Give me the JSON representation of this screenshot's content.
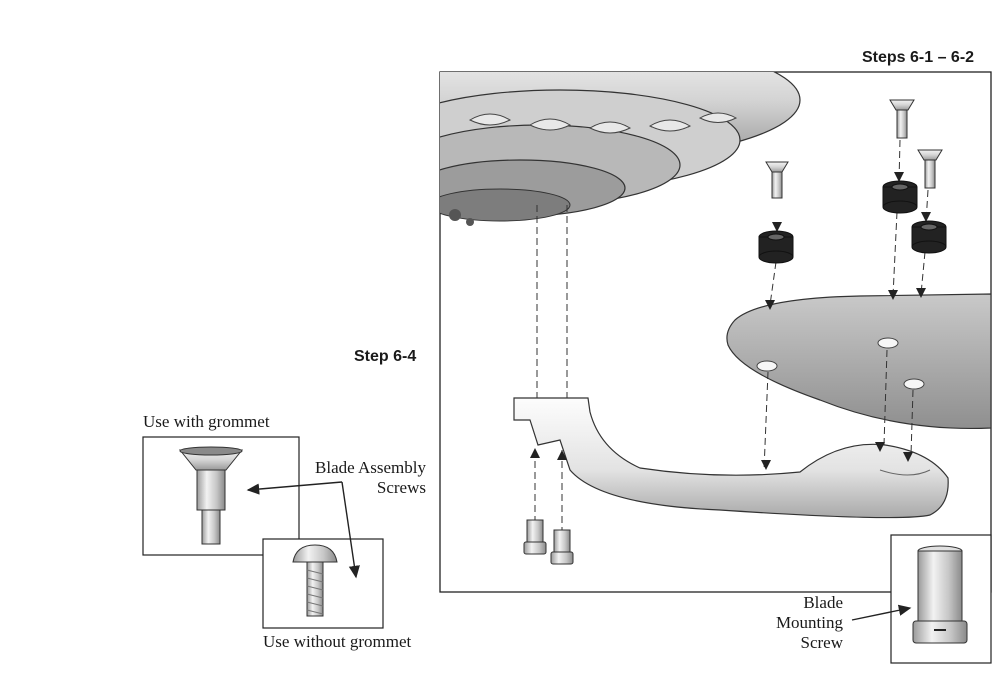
{
  "labels": {
    "steps_top": "Steps 6-1 – 6-2",
    "step_mid": "Step 6-4",
    "use_with_grommet": "Use with grommet",
    "use_without_grommet": "Use without grommet",
    "blade_assembly_line1": "Blade Assembly",
    "blade_assembly_line2": "Screws",
    "blade_mounting_line1": "Blade",
    "blade_mounting_line2": "Mounting",
    "blade_mounting_line3": "Screw"
  }
}
